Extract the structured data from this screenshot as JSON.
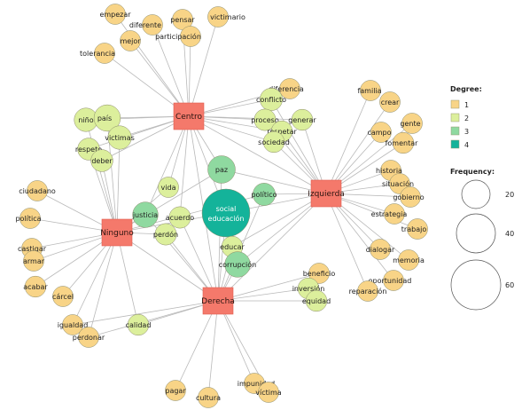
{
  "colors": {
    "background": "#ffffff",
    "edge": "#b9b9b9",
    "hub_fill": "#f4796b",
    "hub_stroke": "#e05d4e",
    "node_stroke": "#8a8a6a"
  },
  "degree_colors": {
    "1": "#f8d487",
    "2": "#dcef9c",
    "3": "#8fd9a0",
    "4": "#14b39a"
  },
  "hubs": [
    {
      "id": "centro",
      "label": "Centro"
    },
    {
      "id": "izquierda",
      "label": "Izquierda"
    },
    {
      "id": "ninguno",
      "label": "Ninguno"
    },
    {
      "id": "derecha",
      "label": "Derecha"
    }
  ],
  "nodes": [
    {
      "id": "empezar",
      "label": "empezar",
      "degree": 1,
      "frequency": 2
    },
    {
      "id": "diferente",
      "label": "diferente",
      "degree": 1,
      "frequency": 2
    },
    {
      "id": "pensar",
      "label": "pensar",
      "degree": 1,
      "frequency": 2
    },
    {
      "id": "victimario",
      "label": "victimario",
      "degree": 1,
      "frequency": 2
    },
    {
      "id": "participacion",
      "label": "participación",
      "degree": 1,
      "frequency": 2
    },
    {
      "id": "mejor",
      "label": "mejor",
      "degree": 1,
      "frequency": 2
    },
    {
      "id": "tolerancia",
      "label": "tolerancia",
      "degree": 1,
      "frequency": 2
    },
    {
      "id": "nino",
      "label": "niño",
      "degree": 2,
      "frequency": 8
    },
    {
      "id": "pais",
      "label": "país",
      "degree": 2,
      "frequency": 14
    },
    {
      "id": "victimas",
      "label": "victimas",
      "degree": 2,
      "frequency": 8
    },
    {
      "id": "respeto",
      "label": "respeto",
      "degree": 2,
      "frequency": 5
    },
    {
      "id": "deber",
      "label": "deber",
      "degree": 2,
      "frequency": 5
    },
    {
      "id": "diferencia",
      "label": "diferencia",
      "degree": 1,
      "frequency": 2
    },
    {
      "id": "conflicto",
      "label": "conflicto",
      "degree": 2,
      "frequency": 6
    },
    {
      "id": "proceso",
      "label": "proceso",
      "degree": 2,
      "frequency": 4
    },
    {
      "id": "generar",
      "label": "generar",
      "degree": 2,
      "frequency": 3
    },
    {
      "id": "respetar",
      "label": "respetar",
      "degree": 2,
      "frequency": 3
    },
    {
      "id": "sociedad",
      "label": "sociedad",
      "degree": 2,
      "frequency": 3
    },
    {
      "id": "familia",
      "label": "familia",
      "degree": 1,
      "frequency": 2
    },
    {
      "id": "crear",
      "label": "crear",
      "degree": 1,
      "frequency": 2
    },
    {
      "id": "gente",
      "label": "gente",
      "degree": 1,
      "frequency": 2
    },
    {
      "id": "campo",
      "label": "campo",
      "degree": 1,
      "frequency": 2
    },
    {
      "id": "fomentar",
      "label": "fomentar",
      "degree": 1,
      "frequency": 3
    },
    {
      "id": "historia",
      "label": "historia",
      "degree": 1,
      "frequency": 2
    },
    {
      "id": "situacion",
      "label": "situación",
      "degree": 1,
      "frequency": 2
    },
    {
      "id": "gobierno",
      "label": "gobierno",
      "degree": 1,
      "frequency": 2
    },
    {
      "id": "estrategia",
      "label": "estrategia",
      "degree": 1,
      "frequency": 2
    },
    {
      "id": "trabajo",
      "label": "trabajo",
      "degree": 1,
      "frequency": 2
    },
    {
      "id": "dialogar",
      "label": "dialogar",
      "degree": 1,
      "frequency": 2
    },
    {
      "id": "memoria",
      "label": "memoria",
      "degree": 1,
      "frequency": 2
    },
    {
      "id": "oportunidad",
      "label": "oportunidad",
      "degree": 1,
      "frequency": 2
    },
    {
      "id": "reparacion",
      "label": "reparación",
      "degree": 1,
      "frequency": 2
    },
    {
      "id": "paz",
      "label": "paz",
      "degree": 3,
      "frequency": 16
    },
    {
      "id": "social_educacion",
      "label": "social educación",
      "line1": "social",
      "line2": "educación",
      "degree": 4,
      "frequency": 45
    },
    {
      "id": "politico",
      "label": "político",
      "degree": 3,
      "frequency": 6
    },
    {
      "id": "vida",
      "label": "vida",
      "degree": 2,
      "frequency": 2
    },
    {
      "id": "justicia",
      "label": "justicia",
      "degree": 3,
      "frequency": 12
    },
    {
      "id": "acuerdo",
      "label": "acuerdo",
      "degree": 2,
      "frequency": 4
    },
    {
      "id": "perdon",
      "label": "perdón",
      "degree": 2,
      "frequency": 4
    },
    {
      "id": "educar",
      "label": "educar",
      "degree": 2,
      "frequency": 3
    },
    {
      "id": "corrupcion",
      "label": "corrupción",
      "degree": 3,
      "frequency": 12
    },
    {
      "id": "beneficio",
      "label": "beneficio",
      "degree": 1,
      "frequency": 2
    },
    {
      "id": "inversion",
      "label": "inversión",
      "degree": 2,
      "frequency": 3
    },
    {
      "id": "equidad",
      "label": "equidad",
      "degree": 2,
      "frequency": 3
    },
    {
      "id": "ciudadano",
      "label": "ciudadano",
      "degree": 1,
      "frequency": 2
    },
    {
      "id": "politica",
      "label": "política",
      "degree": 1,
      "frequency": 2
    },
    {
      "id": "castigar",
      "label": "castigar",
      "degree": 1,
      "frequency": 2
    },
    {
      "id": "armar",
      "label": "armar",
      "degree": 1,
      "frequency": 2
    },
    {
      "id": "acabar",
      "label": "acabar",
      "degree": 1,
      "frequency": 3
    },
    {
      "id": "carcel",
      "label": "cárcel",
      "degree": 1,
      "frequency": 2
    },
    {
      "id": "igualdad",
      "label": "igualdad",
      "degree": 1,
      "frequency": 2
    },
    {
      "id": "perdonar",
      "label": "perdonar",
      "degree": 1,
      "frequency": 2
    },
    {
      "id": "calidad",
      "label": "calidad",
      "degree": 2,
      "frequency": 3
    },
    {
      "id": "pagar",
      "label": "pagar",
      "degree": 1,
      "frequency": 2
    },
    {
      "id": "cultura",
      "label": "cultura",
      "degree": 1,
      "frequency": 2
    },
    {
      "id": "impunidad",
      "label": "impunidad",
      "degree": 1,
      "frequency": 2
    },
    {
      "id": "victima",
      "label": "víctima",
      "degree": 1,
      "frequency": 2
    }
  ],
  "edges": [
    [
      "centro",
      "empezar"
    ],
    [
      "centro",
      "diferente"
    ],
    [
      "centro",
      "pensar"
    ],
    [
      "centro",
      "victimario"
    ],
    [
      "centro",
      "participacion"
    ],
    [
      "centro",
      "mejor"
    ],
    [
      "centro",
      "tolerancia"
    ],
    [
      "centro",
      "nino"
    ],
    [
      "centro",
      "pais"
    ],
    [
      "centro",
      "victimas"
    ],
    [
      "centro",
      "respeto"
    ],
    [
      "centro",
      "deber"
    ],
    [
      "centro",
      "diferencia"
    ],
    [
      "centro",
      "conflicto"
    ],
    [
      "centro",
      "proceso"
    ],
    [
      "centro",
      "generar"
    ],
    [
      "centro",
      "respetar"
    ],
    [
      "centro",
      "sociedad"
    ],
    [
      "centro",
      "paz"
    ],
    [
      "centro",
      "social_educacion"
    ],
    [
      "centro",
      "vida"
    ],
    [
      "centro",
      "acuerdo"
    ],
    [
      "centro",
      "justicia"
    ],
    [
      "centro",
      "izquierda"
    ],
    [
      "izquierda",
      "familia"
    ],
    [
      "izquierda",
      "crear"
    ],
    [
      "izquierda",
      "gente"
    ],
    [
      "izquierda",
      "campo"
    ],
    [
      "izquierda",
      "fomentar"
    ],
    [
      "izquierda",
      "historia"
    ],
    [
      "izquierda",
      "situacion"
    ],
    [
      "izquierda",
      "gobierno"
    ],
    [
      "izquierda",
      "estrategia"
    ],
    [
      "izquierda",
      "trabajo"
    ],
    [
      "izquierda",
      "dialogar"
    ],
    [
      "izquierda",
      "memoria"
    ],
    [
      "izquierda",
      "oportunidad"
    ],
    [
      "izquierda",
      "reparacion"
    ],
    [
      "izquierda",
      "conflicto"
    ],
    [
      "izquierda",
      "proceso"
    ],
    [
      "izquierda",
      "generar"
    ],
    [
      "izquierda",
      "respetar"
    ],
    [
      "izquierda",
      "sociedad"
    ],
    [
      "izquierda",
      "paz"
    ],
    [
      "izquierda",
      "social_educacion"
    ],
    [
      "izquierda",
      "politico"
    ],
    [
      "izquierda",
      "corrupcion"
    ],
    [
      "izquierda",
      "educar"
    ],
    [
      "ninguno",
      "ciudadano"
    ],
    [
      "ninguno",
      "politica"
    ],
    [
      "ninguno",
      "castigar"
    ],
    [
      "ninguno",
      "armar"
    ],
    [
      "ninguno",
      "acabar"
    ],
    [
      "ninguno",
      "carcel"
    ],
    [
      "ninguno",
      "igualdad"
    ],
    [
      "ninguno",
      "perdonar"
    ],
    [
      "ninguno",
      "calidad"
    ],
    [
      "ninguno",
      "nino"
    ],
    [
      "ninguno",
      "pais"
    ],
    [
      "ninguno",
      "victimas"
    ],
    [
      "ninguno",
      "respeto"
    ],
    [
      "ninguno",
      "deber"
    ],
    [
      "ninguno",
      "justicia"
    ],
    [
      "ninguno",
      "perdon"
    ],
    [
      "ninguno",
      "social_educacion"
    ],
    [
      "ninguno",
      "paz"
    ],
    [
      "ninguno",
      "vida"
    ],
    [
      "ninguno",
      "politico"
    ],
    [
      "ninguno",
      "derecha"
    ],
    [
      "derecha",
      "beneficio"
    ],
    [
      "derecha",
      "inversion"
    ],
    [
      "derecha",
      "equidad"
    ],
    [
      "derecha",
      "calidad"
    ],
    [
      "derecha",
      "pagar"
    ],
    [
      "derecha",
      "cultura"
    ],
    [
      "derecha",
      "impunidad"
    ],
    [
      "derecha",
      "victima"
    ],
    [
      "derecha",
      "corrupcion"
    ],
    [
      "derecha",
      "educar"
    ],
    [
      "derecha",
      "social_educacion"
    ],
    [
      "derecha",
      "acuerdo"
    ],
    [
      "derecha",
      "perdon"
    ],
    [
      "derecha",
      "justicia"
    ],
    [
      "derecha",
      "paz"
    ],
    [
      "derecha",
      "politico"
    ],
    [
      "derecha",
      "igualdad"
    ],
    [
      "derecha",
      "perdonar"
    ],
    [
      "derecha",
      "izquierda"
    ],
    [
      "derecha",
      "centro"
    ]
  ],
  "legend": {
    "degree_title": "Degree:",
    "degree_items": [
      {
        "label": "1",
        "degree": "1"
      },
      {
        "label": "2",
        "degree": "2"
      },
      {
        "label": "3",
        "degree": "3"
      },
      {
        "label": "4",
        "degree": "4"
      }
    ],
    "frequency_title": "Frequency:",
    "frequency_items": [
      {
        "label": "20",
        "frequency": 20
      },
      {
        "label": "40",
        "frequency": 40
      },
      {
        "label": "60",
        "frequency": 60
      }
    ]
  }
}
